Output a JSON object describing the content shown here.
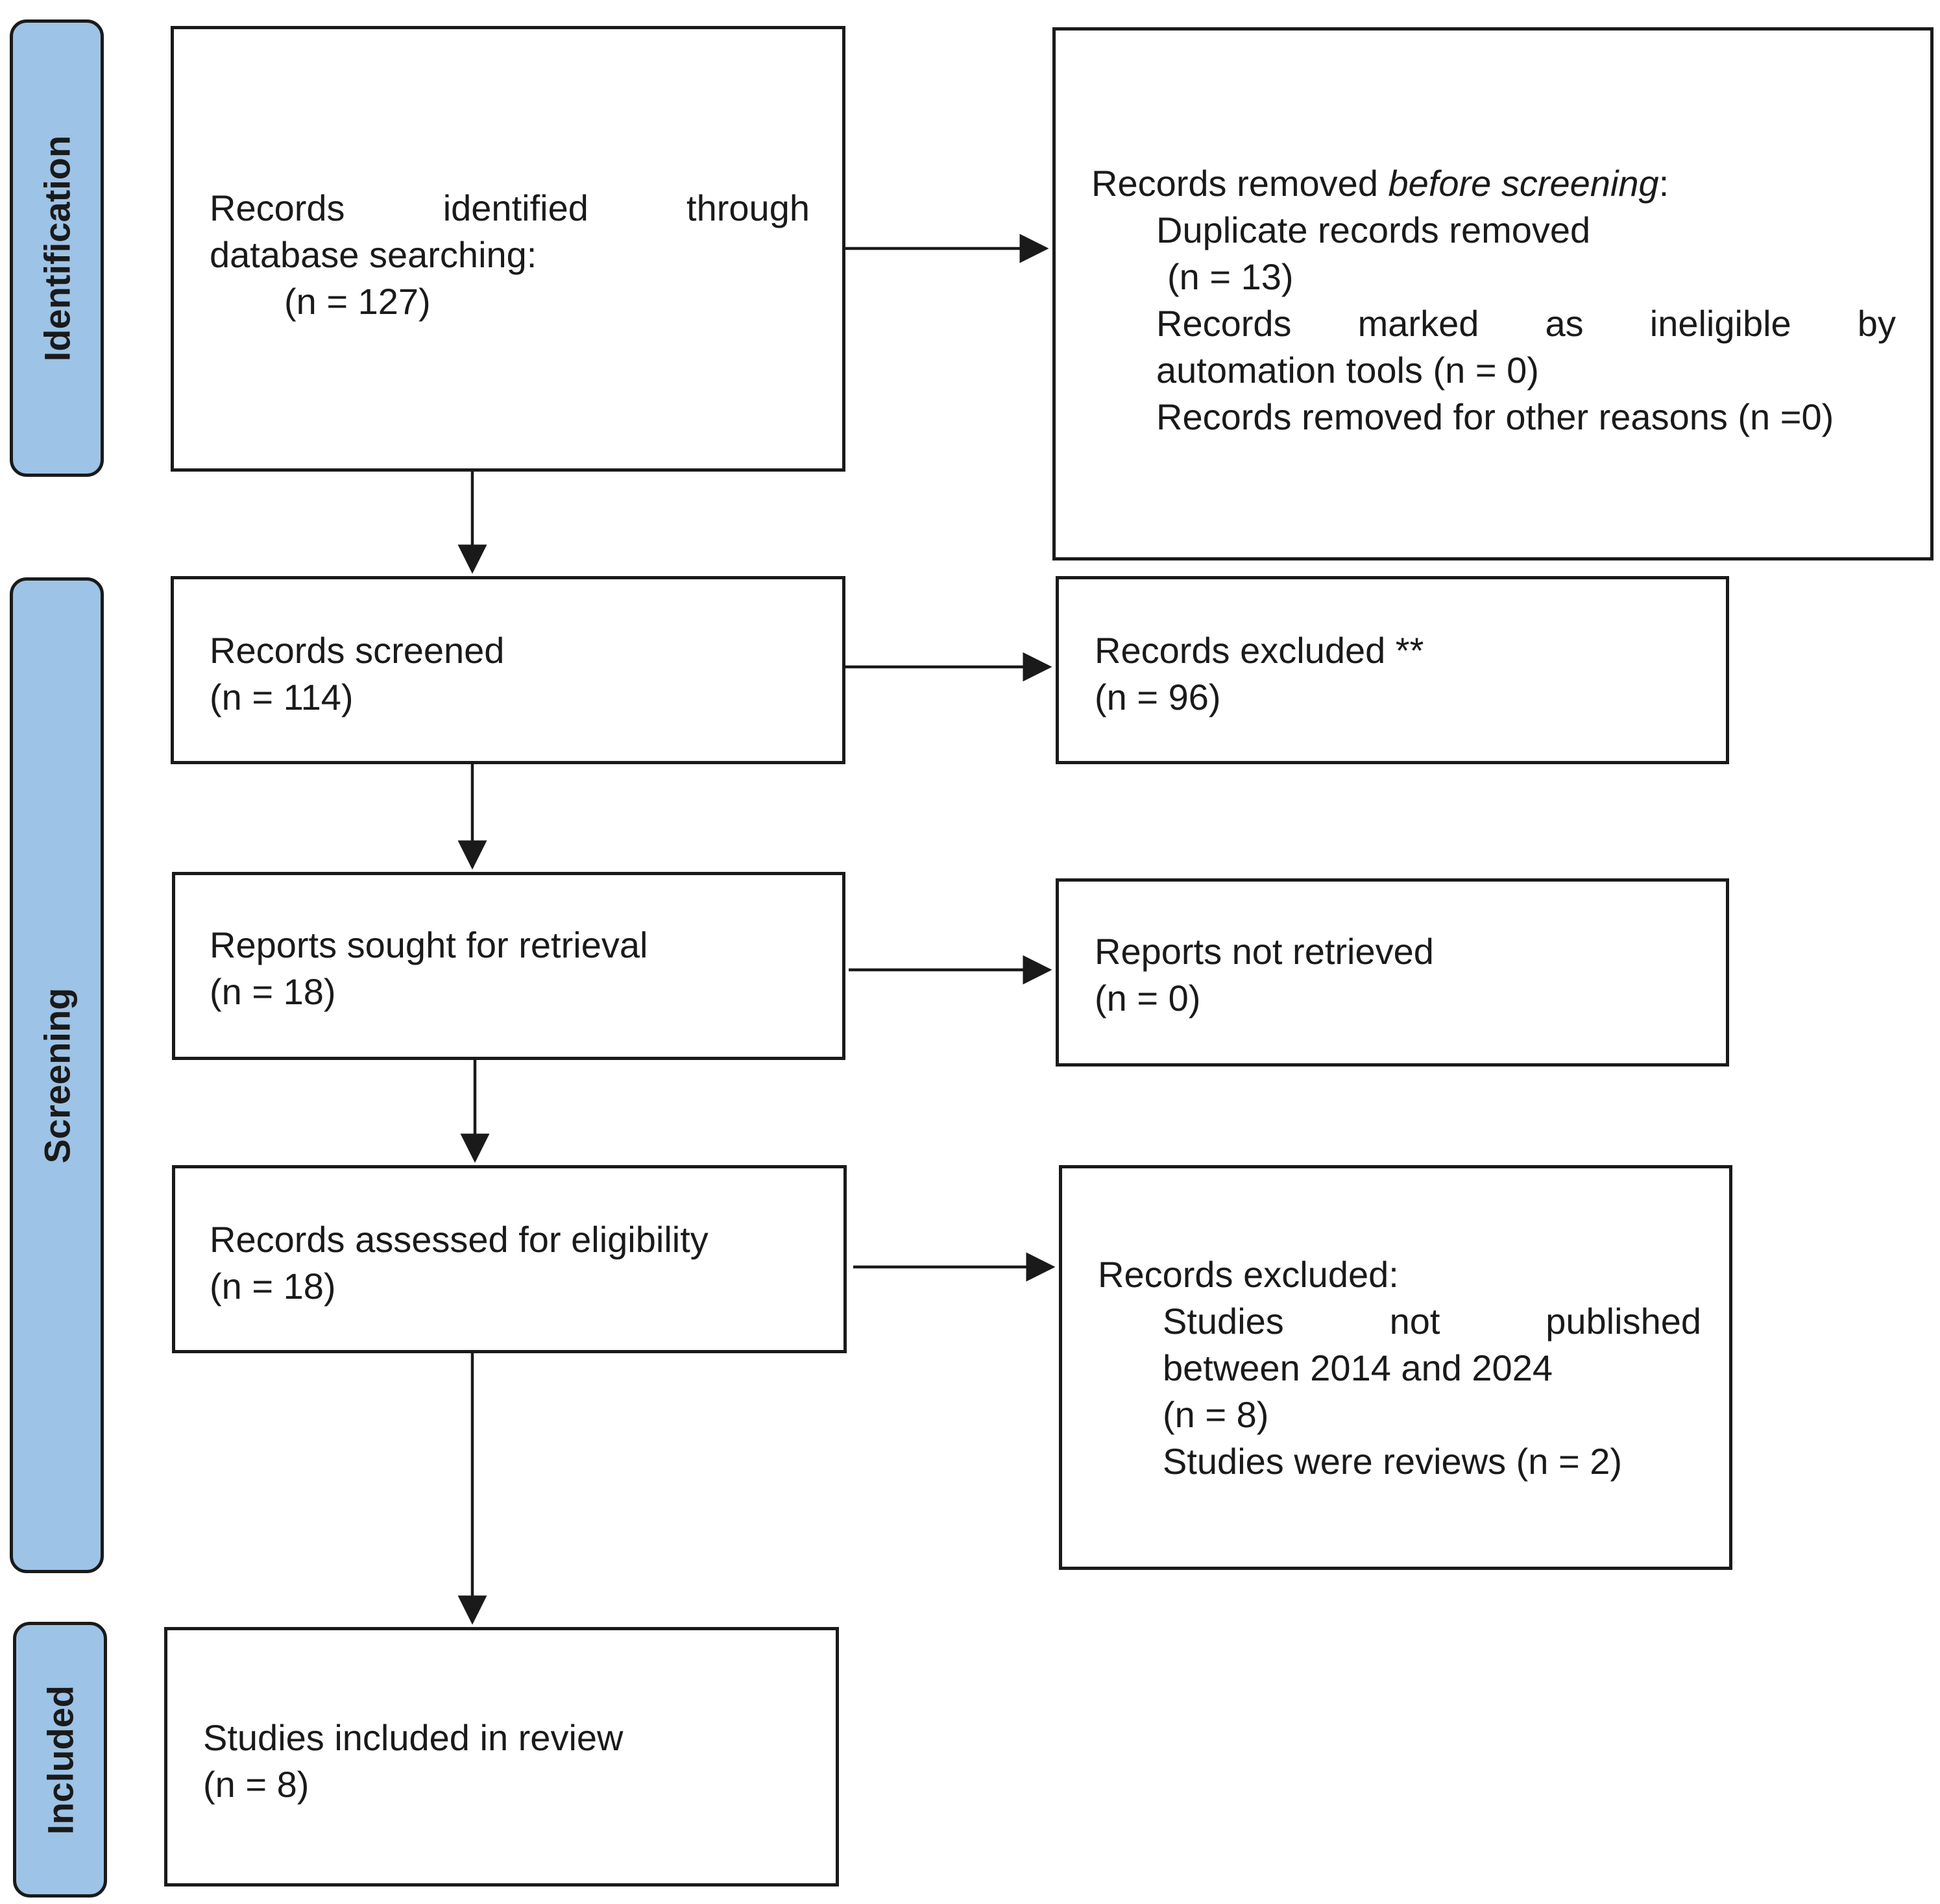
{
  "phases": {
    "identification": "Identification",
    "screening": "Screening",
    "included": "Included"
  },
  "identified": {
    "words": [
      "Records",
      "identified",
      "through"
    ],
    "line2": "database searching:",
    "count": "(n = 127)"
  },
  "removed": {
    "title_prefix": "Records removed ",
    "title_italic": "before screening",
    "title_suffix": ":",
    "duplicates": "Duplicate records removed",
    "duplicates_count": "(n = 13)",
    "ineligible_words": [
      "Records",
      "marked",
      "as",
      "ineligible",
      "by"
    ],
    "ineligible_line2": "automation tools (n = 0)",
    "other": "Records removed for other reasons (n =0)"
  },
  "screened": {
    "label": "Records screened",
    "count": "(n = 114)"
  },
  "excluded_screen": {
    "label": "Records excluded **",
    "count": "(n = 96)"
  },
  "sought": {
    "label": "Reports sought for retrieval",
    "count": "(n = 18)"
  },
  "not_retrieved": {
    "label": "Reports not retrieved",
    "count": "(n = 0)"
  },
  "assessed": {
    "label": "Records assessed for eligibility",
    "count": "(n = 18)"
  },
  "excluded_eligibility": {
    "title": "Records excluded:",
    "reason1_words": [
      "Studies",
      "not",
      "published"
    ],
    "reason1_line2": "between 2014 and 2024",
    "reason1_count": "(n = 8)",
    "reason2": "Studies were reviews (n = 2)"
  },
  "included": {
    "label": "Studies included in review",
    "count": "(n = 8)"
  },
  "colors": {
    "phase_fill": "#9dc3e6",
    "stroke": "#1a1a1a"
  }
}
